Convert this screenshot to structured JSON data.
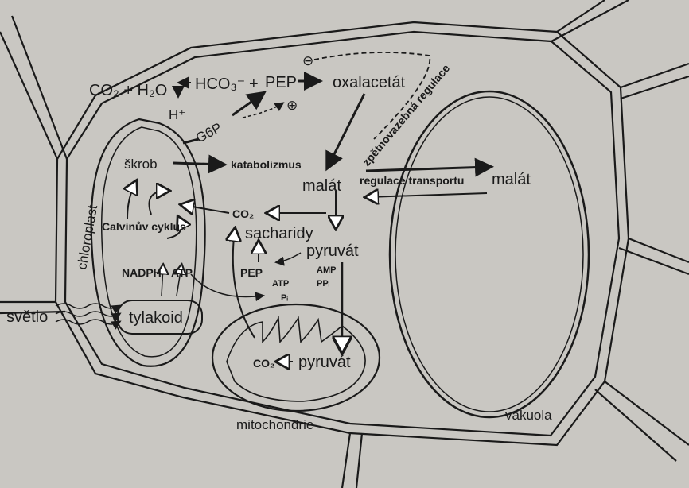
{
  "colors": {
    "paper": "#c9c7c2",
    "ink": "#1a1a1a"
  },
  "labels": {
    "co2_h2o": "CO₂ + H₂O",
    "hco3": "HCO₃⁻",
    "plus": "+",
    "pep_top": "PEP",
    "oxalacetat": "oxalacetát",
    "hplus": "H⁺",
    "g6p": "G6P",
    "minus": "⊖",
    "plus_reg": "⊕",
    "feedback": "zpětnovazebná regulace",
    "skrob": "škrob",
    "katabolizmus": "katabolizmus",
    "malat_left": "malát",
    "regulace_transportu": "regulace transportu",
    "malat_right": "malát",
    "chloroplast": "chloroplast",
    "calvin": "Calvinův cyklus",
    "co2_mid": "CO₂",
    "sacharidy": "sacharidy",
    "pyruvat_top": "pyruvát",
    "pep_mid": "PEP",
    "amp": "AMP",
    "ppi": "PPᵢ",
    "atp_small": "ATP",
    "pi": "Pᵢ",
    "nadph": "NADPH",
    "atp": "ATP",
    "svetlo": "světlo",
    "tylakoid": "tylakoid",
    "co2_mito": "CO₂",
    "pyruvat_mito": "pyruvát",
    "mitochondrie": "mitochondrie",
    "vakuola": "vakuola"
  }
}
